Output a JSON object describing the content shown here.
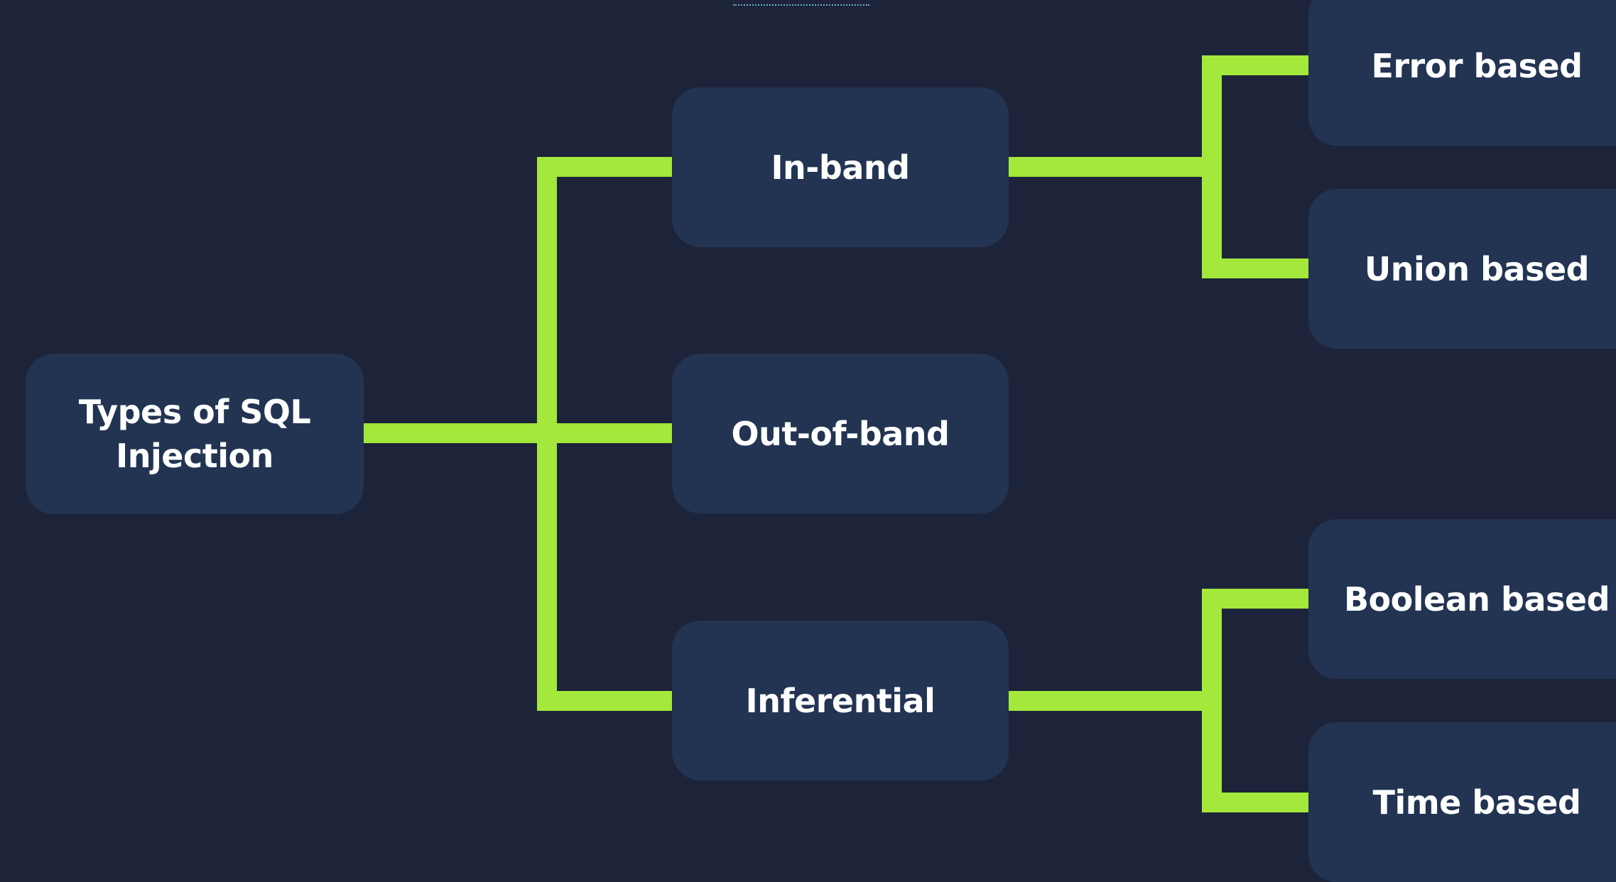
{
  "diagram": {
    "root": {
      "label": "Types of SQL Injection"
    },
    "categories": [
      {
        "label": "In-band"
      },
      {
        "label": "Out-of-band"
      },
      {
        "label": "Inferential"
      }
    ],
    "subtypes": {
      "in_band": [
        {
          "label": "Error based"
        },
        {
          "label": "Union based"
        }
      ],
      "inferential": [
        {
          "label": "Boolean based"
        },
        {
          "label": "Time based"
        }
      ]
    }
  },
  "colors": {
    "background": "#1d2439",
    "node": "#223452",
    "connector": "#a3e83b",
    "text": "#ffffff"
  }
}
